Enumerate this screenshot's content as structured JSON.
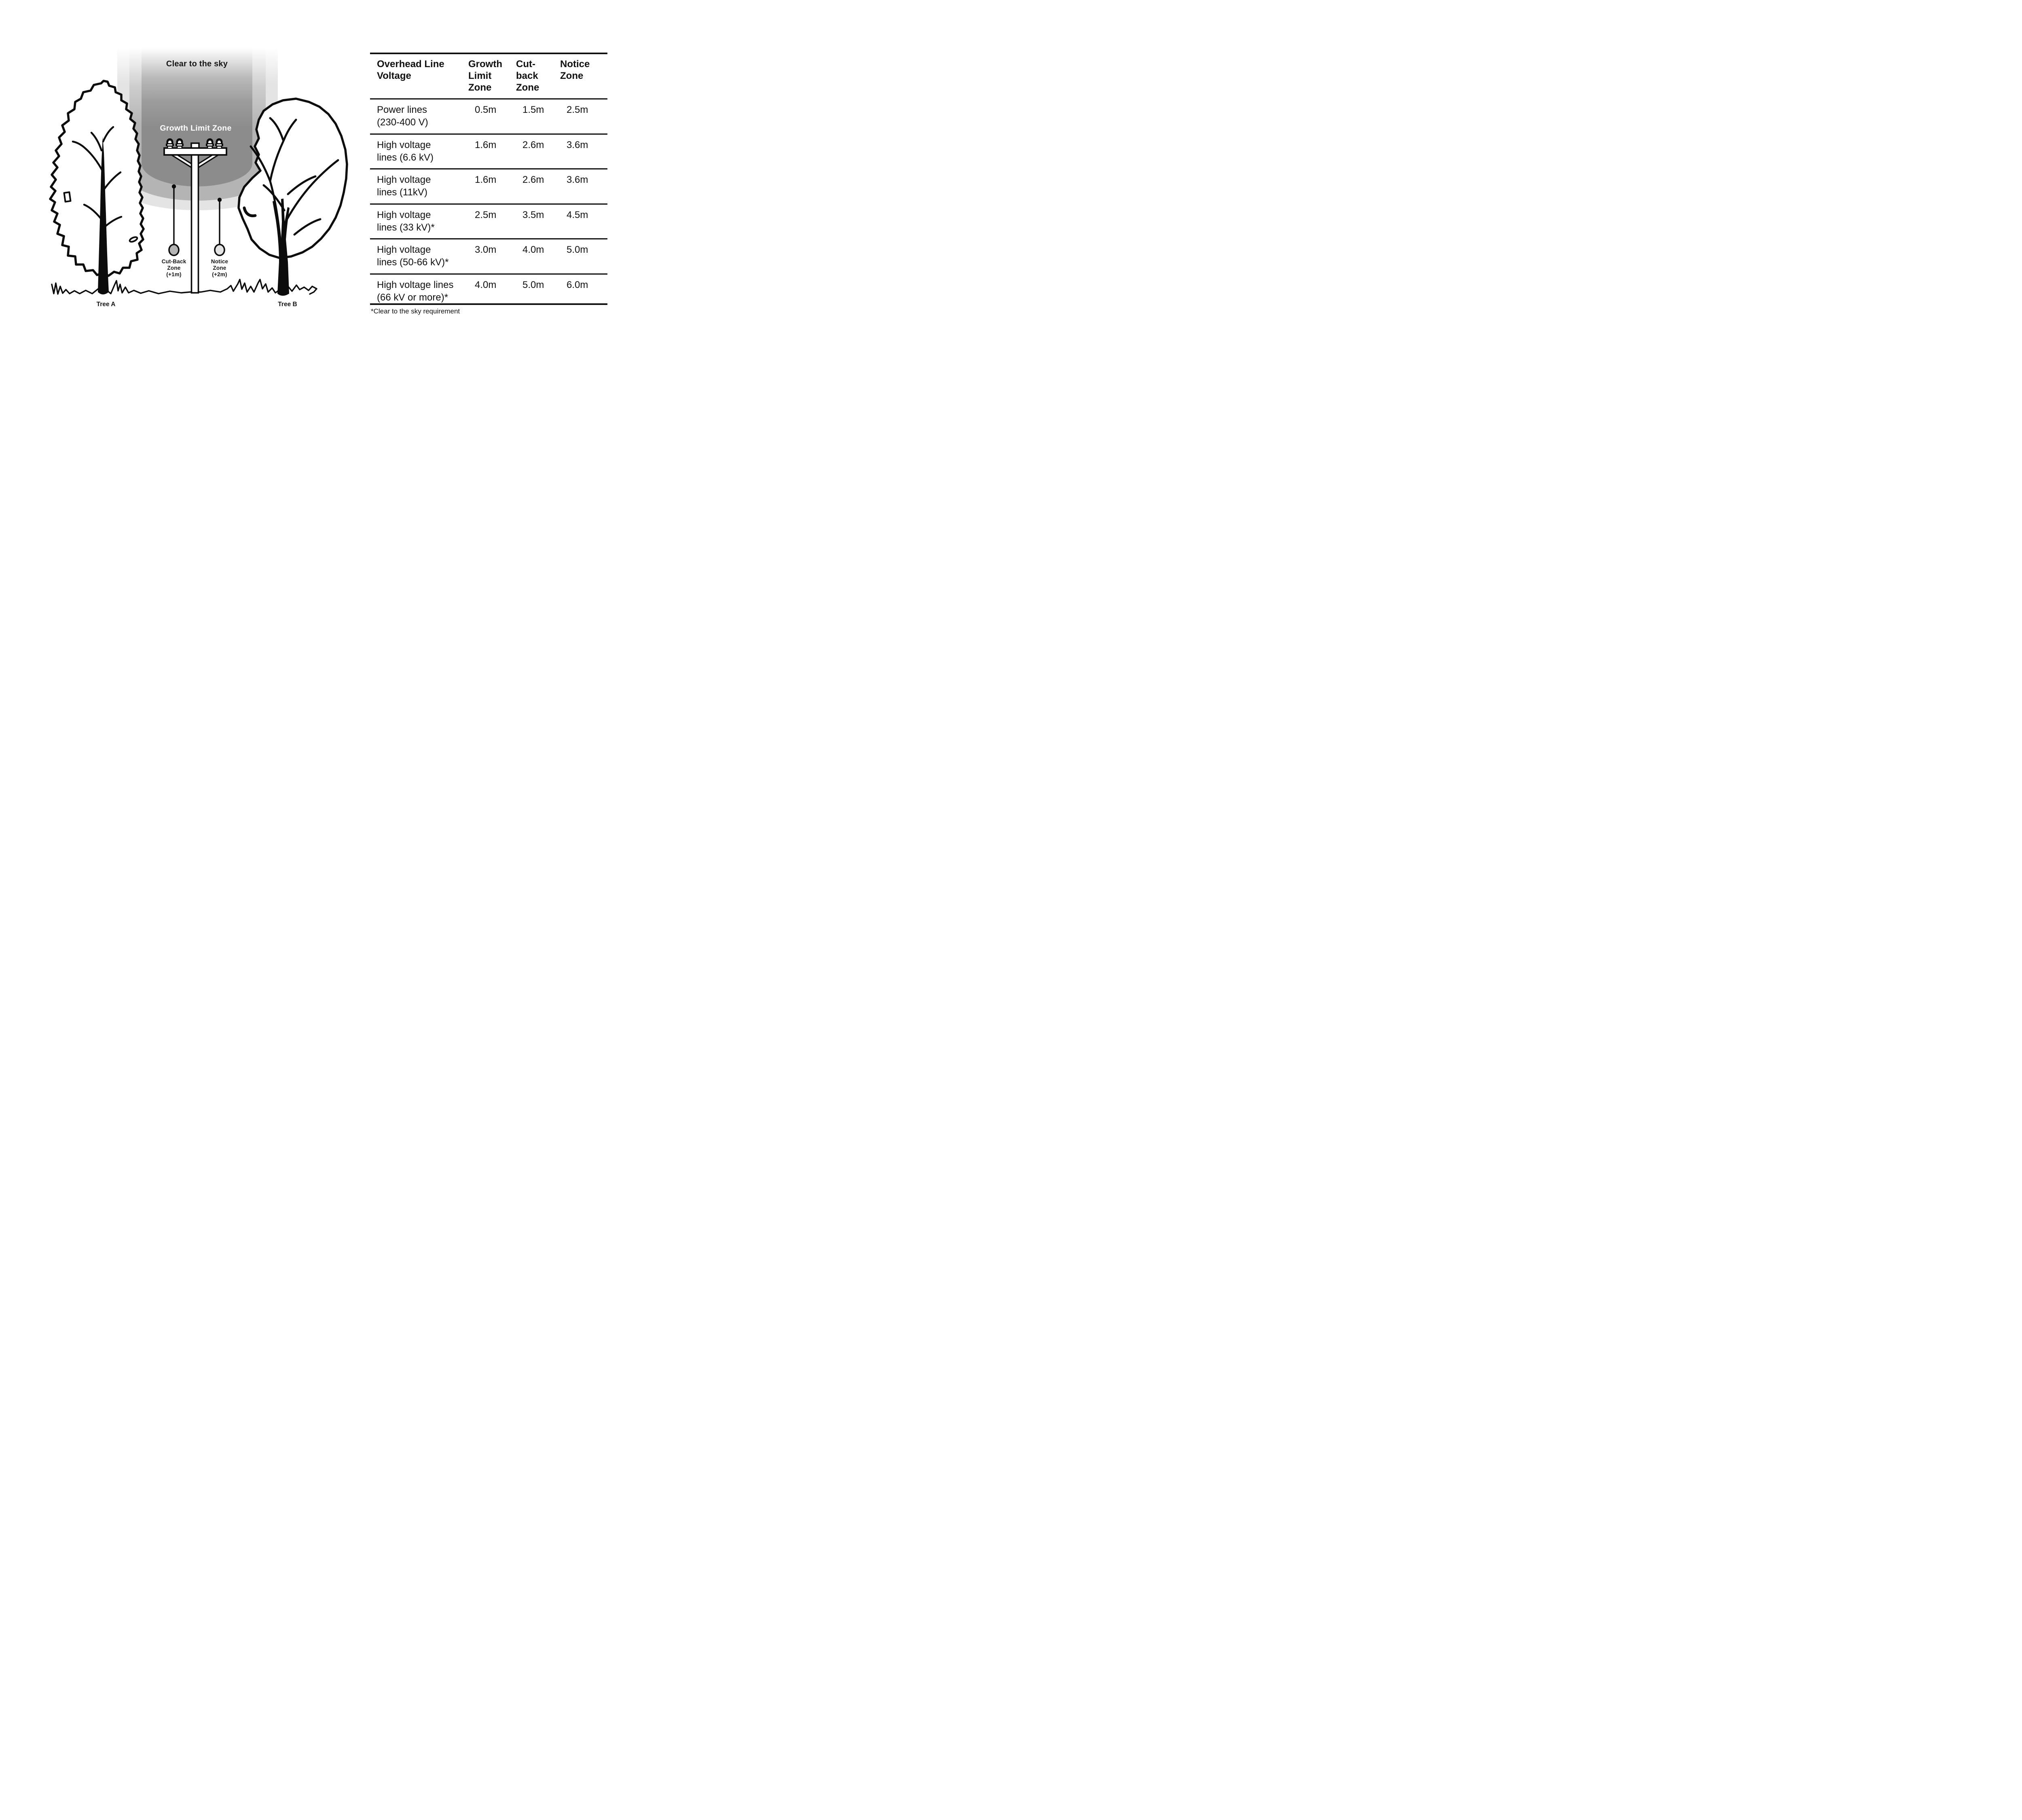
{
  "diagram": {
    "clear_to_sky_label": "Clear to the sky",
    "growth_limit_zone_label": "Growth Limit Zone",
    "cutback_zone_label": "Cut-Back\nZone\n(+1m)",
    "notice_zone_label": "Notice\nZone\n(+2m)",
    "tree_a_label": "Tree A",
    "tree_b_label": "Tree B",
    "colors": {
      "growth_limit_zone": "#8c8c8c",
      "cutback_zone": "#b4b4b4",
      "notice_zone": "#e4e4e4",
      "cutback_marker": "#b4b4b4",
      "notice_marker": "#e3e3e3",
      "ink": "#111111"
    }
  },
  "table": {
    "columns": [
      "Overhead Line\nVoltage",
      "Growth\nLimit\nZone",
      "Cut-\nback\nZone",
      "Notice\nZone"
    ],
    "rows": [
      {
        "voltage": "Power lines\n(230-400 V)",
        "growth": "0.5m",
        "cutback": "1.5m",
        "notice": "2.5m"
      },
      {
        "voltage": "High voltage\nlines (6.6 kV)",
        "growth": "1.6m",
        "cutback": "2.6m",
        "notice": "3.6m"
      },
      {
        "voltage": "High voltage\nlines (11kV)",
        "growth": "1.6m",
        "cutback": "2.6m",
        "notice": "3.6m"
      },
      {
        "voltage": "High voltage\nlines (33 kV)*",
        "growth": "2.5m",
        "cutback": "3.5m",
        "notice": "4.5m"
      },
      {
        "voltage": "High voltage\nlines (50-66 kV)*",
        "growth": "3.0m",
        "cutback": "4.0m",
        "notice": "5.0m"
      },
      {
        "voltage": "High voltage lines\n(66 kV or more)*",
        "growth": "4.0m",
        "cutback": "5.0m",
        "notice": "6.0m"
      }
    ],
    "footnote": "*Clear to the sky requirement"
  }
}
